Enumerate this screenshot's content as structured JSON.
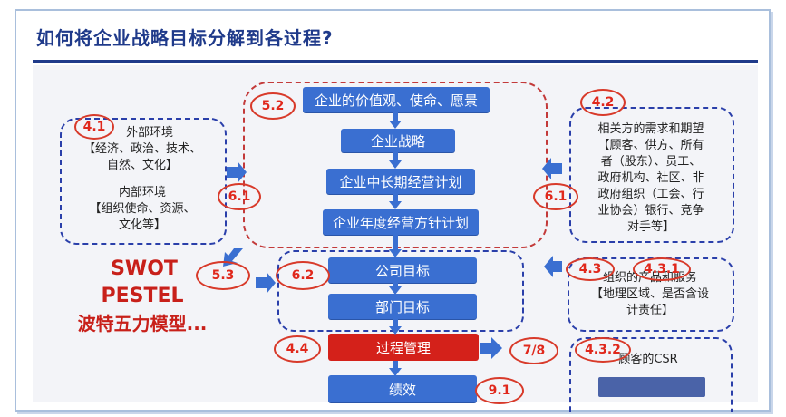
{
  "title": "如何将企业战略目标分解到各过程?",
  "flow": {
    "values": "企业的价值观、使命、愿景",
    "strategy": "企业战略",
    "longterm": "企业中长期经营计划",
    "annual": "企业年度经营方针计划",
    "company_goal": "公司目标",
    "dept_goal": "部门目标",
    "process_mgmt": "过程管理",
    "performance": "绩效"
  },
  "left_panel": {
    "external_title": "外部环境",
    "external_detail": "【经济、政治、技术、\n自然、文化】",
    "internal_title": "内部环境",
    "internal_detail": "【组织使命、资源、\n文化等】"
  },
  "left_tools": [
    "SWOT",
    "PESTEL",
    "波特五力模型..."
  ],
  "right_panel_top": "相关方的需求和期望\n【顾客、供方、所有\n者（股东）、员工、\n政府机构、社区、非\n政府组织（工会、行\n业协会）银行、竞争\n对手等】",
  "right_panel_mid": "组织的产品和服务\n【地理区域、是否含设\n计责任】",
  "right_panel_bottom": "顾客的CSR",
  "labels": {
    "l52": "5.2",
    "l41": "4.1",
    "l42": "4.2",
    "l61a": "6.1",
    "l61b": "6.1",
    "l53": "5.3",
    "l62": "6.2",
    "l43": "4.3",
    "l431": "4.3.1",
    "l44": "4.4",
    "l78": "7/8",
    "l432": "4.3.2",
    "l91": "9.1"
  },
  "colors": {
    "accent": "#1f3a8a",
    "box": "#3a6fd1",
    "process": "#d4211a",
    "mark": "#e0281c"
  }
}
